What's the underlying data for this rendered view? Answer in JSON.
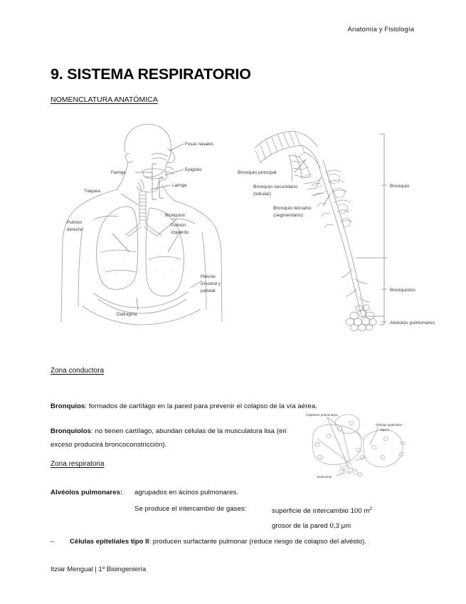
{
  "header": {
    "course": "Anatomía y Fisiología"
  },
  "title": "9. SISTEMA RESPIRATORIO",
  "sections": {
    "nomenclatura": "NOMENCLATURA ANATÓMICA",
    "zona_conductora": "Zona conductora",
    "zona_respiratoria": "Zona respiratoria"
  },
  "paragraphs": {
    "bronquios_term": "Bronquios",
    "bronquios_text": ": formados de cartílago en la pared para prevenir el colapso de la vía aérea.",
    "bronquiolos_term": "Bronquiolos",
    "bronquiolos_text": ": no tienen cartílago, abundan células de la musculatura lisa (en exceso producirá broncoconstricción)."
  },
  "alveolos": {
    "term": "Alvéolos pulmonares:",
    "line1": "agrupados en ácinos pulmonares.",
    "line2": "Se produce el intercambio de gases:",
    "surface": "superficie de intercambio 100 m",
    "surface_sup": "2",
    "thickness": "grosor de la pared 0,3 μm"
  },
  "bullet": {
    "dash": "–",
    "term": "Células epiteliales tipo II",
    "text": ": producen surfactante pulmonar (reduce riesgo de colapso del alvéolo)."
  },
  "footer": {
    "author": "Itziar Mengual | 1º Bioingeniería"
  },
  "figures": {
    "torso": {
      "caption_ids": [
        "fosas-nasales",
        "faringe",
        "epiglotis",
        "laringe",
        "traquea",
        "pulmon-derecho",
        "bronquios",
        "pulmon-izquierdo",
        "pleuras",
        "diafragma"
      ],
      "labels": {
        "fosas_nasales": "Fosas nasales",
        "faringe": "Faringe",
        "epiglotis": "Epiglotis",
        "laringe": "Laringe",
        "traquea": "Tráquea",
        "pulmon_derecho_l1": "Pulmón",
        "pulmon_derecho_l2": "derecho",
        "bronquios": "Bronquios",
        "pulmon_izquierdo_l1": "Pulmón",
        "pulmon_izquierdo_l2": "izquierdo",
        "pleuras_l1": "Pleuras",
        "pleuras_l2": "(visceral y",
        "pleuras_l3": "parietal",
        "diafragma": "Diafragma"
      }
    },
    "tree": {
      "labels": {
        "bronquio_principal": "Bronquio principal",
        "bronquio_secundario_l1": "Bronquio secundario",
        "bronquio_secundario_l2": "(lobular)",
        "bronquio_terciario_l1": "Bronquio terciario",
        "bronquio_terciario_l2": "(segmentario)",
        "bronquio": "Bronquio",
        "bronquiolos": "Bronquiolos",
        "alveolos_pulmonares": "Alvéolos pulmonares"
      }
    },
    "capillary": {
      "labels": {
        "capilares": "Capilares pulmonares",
        "celulas_l1": "Células epiteliales",
        "celulas_l2": "Tipo II",
        "eritrocitos": "Eritrocitos"
      }
    }
  },
  "colors": {
    "ink": "#111111",
    "figure_line": "#8c8c8c",
    "label": "#3a3a3a",
    "page": "#ffffff"
  }
}
